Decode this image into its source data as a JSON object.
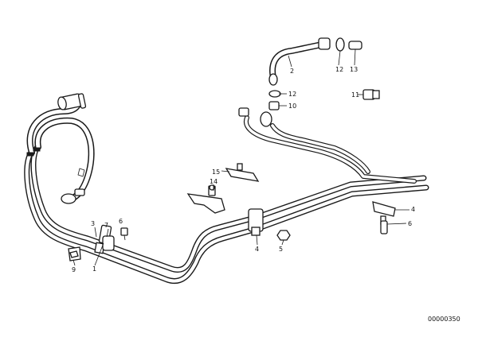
{
  "diagram": {
    "id": "00000350",
    "callouts": [
      {
        "name": "callout-1",
        "label": "1"
      },
      {
        "name": "callout-2",
        "label": "2"
      },
      {
        "name": "callout-3",
        "label": "3"
      },
      {
        "name": "callout-4-left",
        "label": "4"
      },
      {
        "name": "callout-4-right",
        "label": "4"
      },
      {
        "name": "callout-5",
        "label": "5"
      },
      {
        "name": "callout-6-left",
        "label": "6"
      },
      {
        "name": "callout-6-right",
        "label": "6"
      },
      {
        "name": "callout-7",
        "label": "7"
      },
      {
        "name": "callout-9",
        "label": "9"
      },
      {
        "name": "callout-10",
        "label": "10"
      },
      {
        "name": "callout-11",
        "label": "11"
      },
      {
        "name": "callout-12-upper",
        "label": "12"
      },
      {
        "name": "callout-12-lower",
        "label": "12"
      },
      {
        "name": "callout-13",
        "label": "13"
      },
      {
        "name": "callout-14",
        "label": "14"
      },
      {
        "name": "callout-15",
        "label": "15"
      }
    ]
  }
}
